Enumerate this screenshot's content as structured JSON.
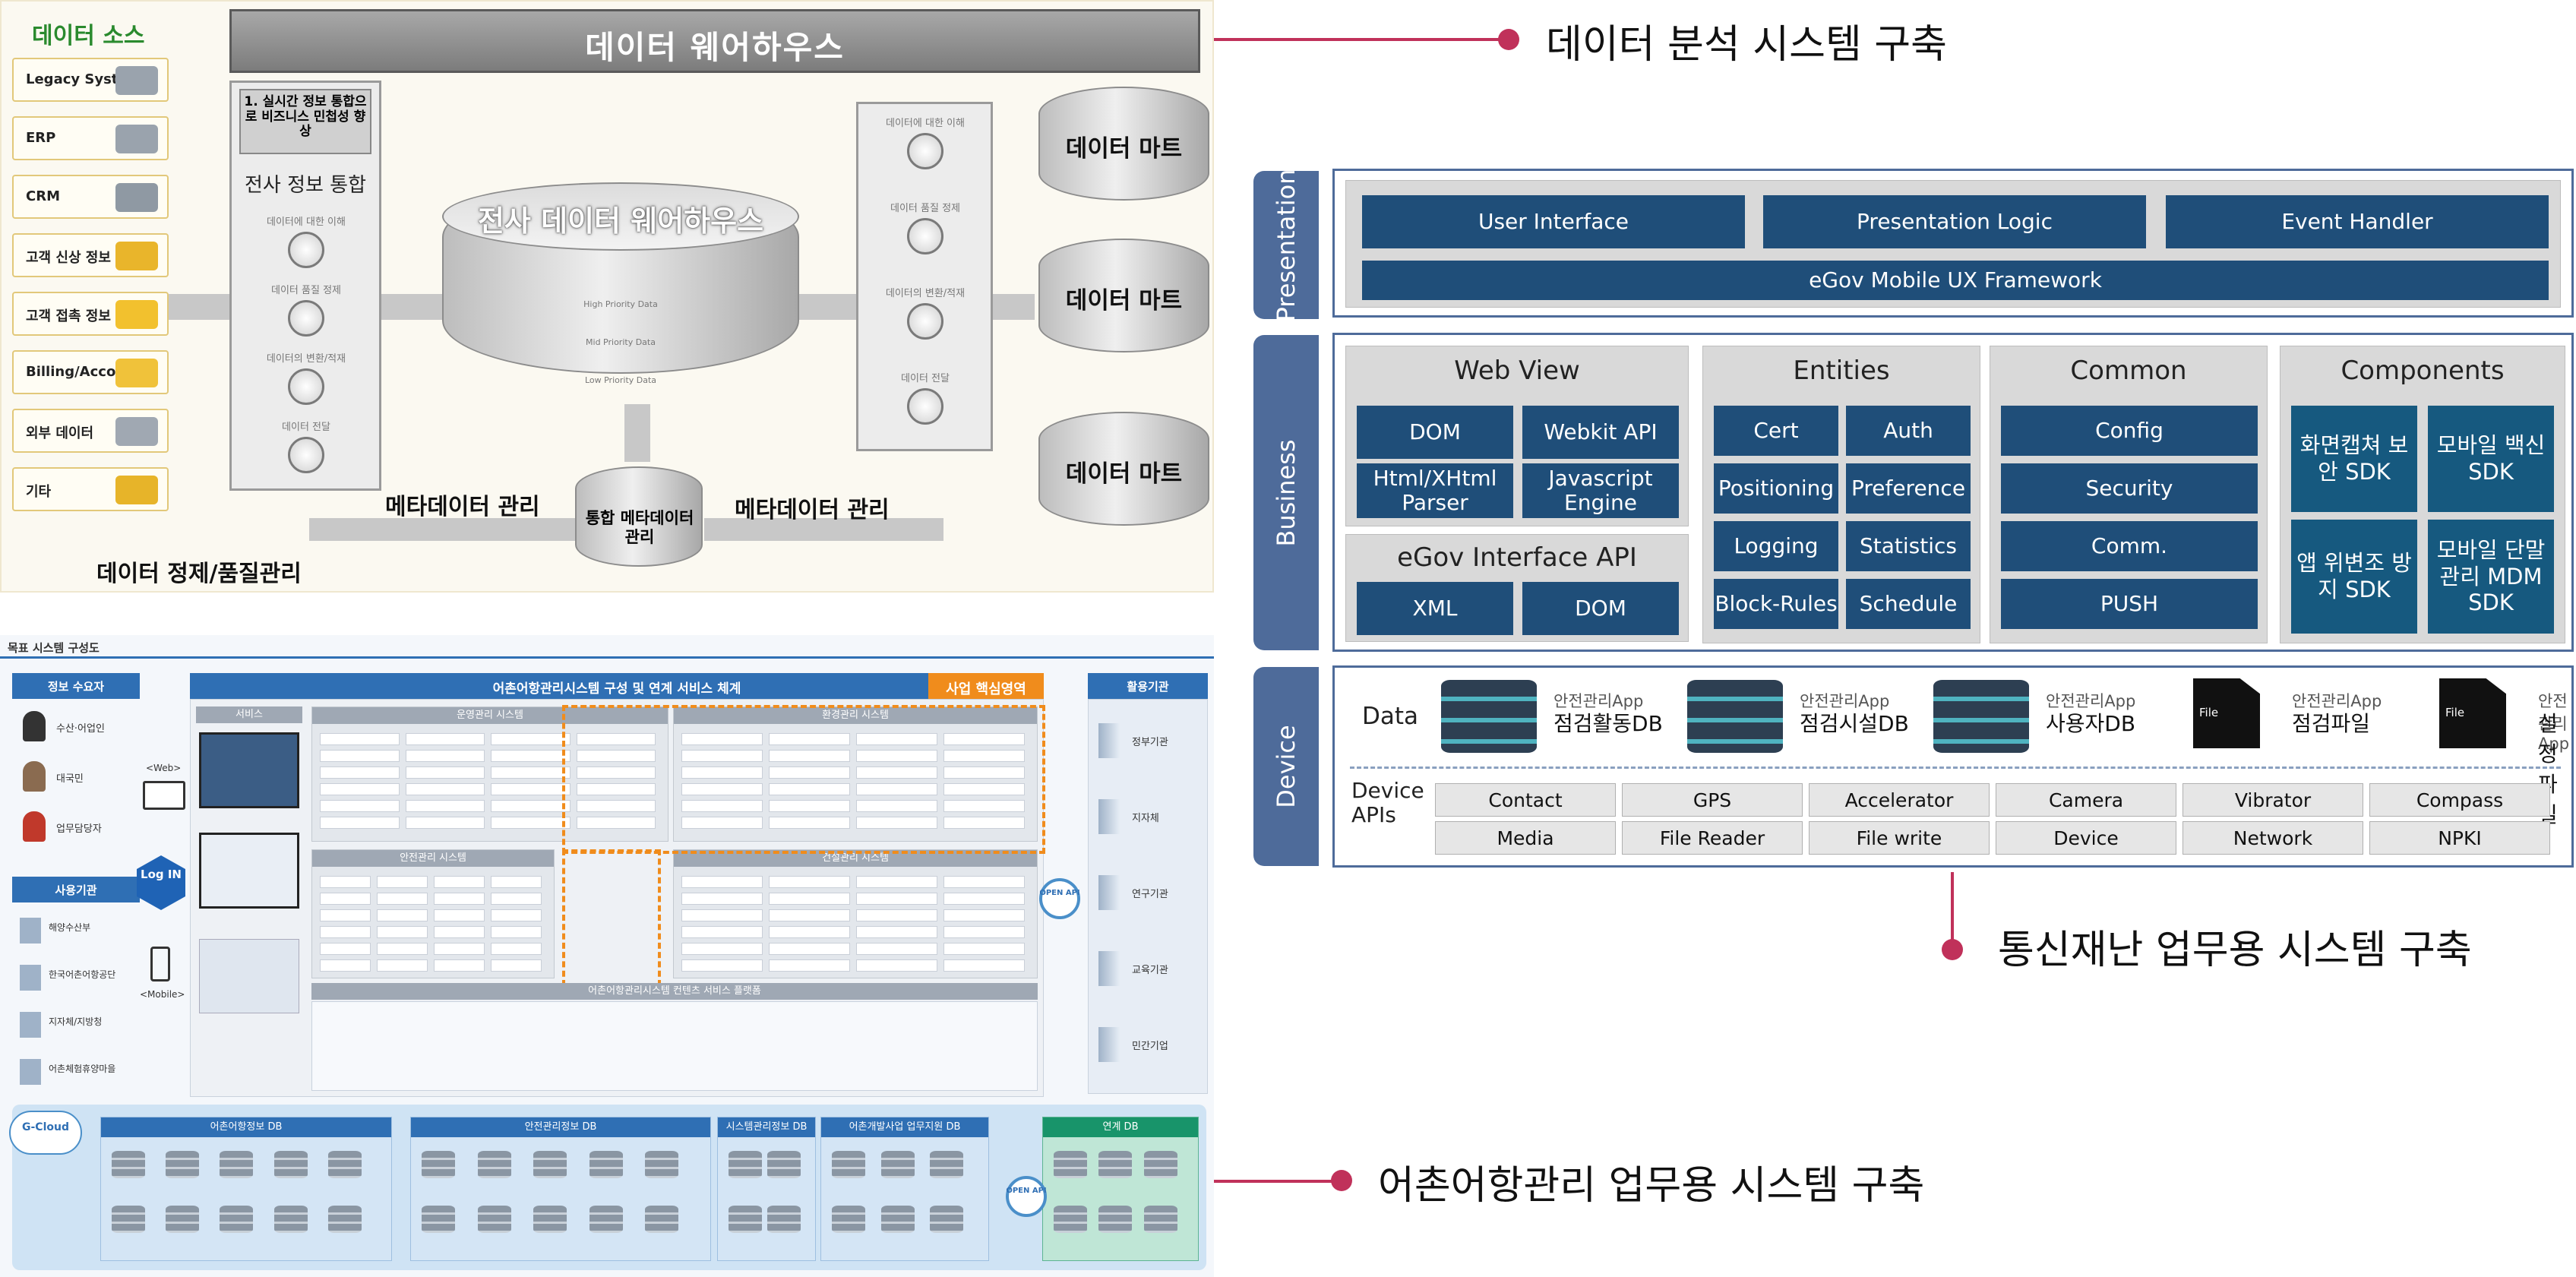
{
  "dw": {
    "sources_title": "데이터 소스",
    "sources": [
      "Legacy System",
      "ERP",
      "CRM",
      "고객 신상 정보",
      "고객 접촉 정보",
      "Billing/Accounts",
      "외부 데이터",
      "기타"
    ],
    "warehouse_banner": "데이터 웨어하우스",
    "left_box": {
      "badge": "1. 실시간 정보 통합으로 비즈니스 민첩성 향상",
      "title": "전사 정보 통합",
      "steps": [
        "데이터에 대한 이해",
        "데이터 품질 정제",
        "데이터의 변환/적재",
        "데이터 전달"
      ]
    },
    "center_cylinder": "전사 데이터 웨어하우스",
    "cyl_levels": [
      "High Priority Data",
      "Mid Priority Data",
      "Low Priority Data"
    ],
    "right_box_steps": [
      "데이터에 대한 이해",
      "데이터 품질 정제",
      "데이터의 변환/적재",
      "데이터 전달"
    ],
    "marts": [
      "데이터 마트",
      "데이터 마트",
      "데이터 마트"
    ],
    "meta_db": "통합 메타데이터 관리",
    "meta_left": "메타데이터 관리",
    "meta_right": "메타데이터 관리",
    "cleanse": "데이터 정제/품질관리"
  },
  "callouts": {
    "top": "데이터 분석 시스템 구축",
    "middle": "통신재난 업무용 시스템 구축",
    "bottom": "어촌어항관리 업무용 시스템 구축"
  },
  "egov": {
    "presentation": {
      "label": "Presentation",
      "cells": [
        "User Interface",
        "Presentation Logic",
        "Event Handler"
      ],
      "framework": "eGov Mobile UX Framework"
    },
    "business": {
      "label": "Business",
      "webview": {
        "title": "Web View",
        "cells": [
          "DOM",
          "Webkit API",
          "Html/XHtml Parser",
          "Javascript Engine"
        ]
      },
      "iface": {
        "title": "eGov Interface API",
        "cells": [
          "XML",
          "DOM"
        ]
      },
      "entities": {
        "title": "Entities",
        "cells": [
          "Cert",
          "Auth",
          "Positioning",
          "Preference",
          "Logging",
          "Statistics",
          "Block-Rules",
          "Schedule"
        ]
      },
      "common": {
        "title": "Common",
        "cells": [
          "Config",
          "Security",
          "Comm.",
          "PUSH"
        ]
      },
      "components": {
        "title": "Components",
        "cells": [
          "화면캡쳐 보안 SDK",
          "모바일 백신 SDK",
          "앱 위변조 방지 SDK",
          "모바일 단말관리 MDM SDK"
        ]
      }
    },
    "device": {
      "label": "Device",
      "data_label": "Data",
      "stores": [
        {
          "sub": "안전관리App",
          "main": "점검활동DB",
          "kind": "db"
        },
        {
          "sub": "안전관리App",
          "main": "점검시설DB",
          "kind": "db"
        },
        {
          "sub": "안전관리App",
          "main": "사용자DB",
          "kind": "db"
        },
        {
          "sub": "안전관리App",
          "main": "점검파일",
          "kind": "file"
        },
        {
          "sub": "안전관리App",
          "main": "설정파일",
          "kind": "file"
        }
      ],
      "file_tag": "File",
      "apis_label": "Device APIs",
      "apis": [
        "Contact",
        "GPS",
        "Accelerator",
        "Camera",
        "Vibrator",
        "Compass",
        "Media",
        "File Reader",
        "File write",
        "Device",
        "Network",
        "NPKI"
      ]
    }
  },
  "fish": {
    "top_caption": "목표 시스템 구성도",
    "title": "어촌어항관리시스템 구성 및 연계 서비스 체계",
    "core_badge": "사업 핵심영역",
    "users_hdr": "정보 수요자",
    "users": [
      "수산·어업인",
      "대국민",
      "업무담당자"
    ],
    "orgs_hdr": "사용기관",
    "orgs": [
      "해양수산부",
      "한국어촌어항공단",
      "지자체/지방청",
      "어촌체험휴양마을"
    ],
    "web": "<Web>",
    "mobile": "<Mobile>",
    "login": "Log IN",
    "service_hdr": "서비스",
    "modules": [
      "운영관리 시스템",
      "환경관리 시스템",
      "안전관리 시스템",
      "건설관리 시스템"
    ],
    "bottom_hdr": "어촌어항관리시스템 컨텐츠 서비스 플랫폼",
    "open_api": "OPEN API",
    "use_hdr": "활용기관",
    "use_orgs": [
      "정부기관",
      "지자체",
      "연구기관",
      "교육기관",
      "민간기업"
    ],
    "db_groups": [
      "어촌어항정보 DB",
      "안전관리정보 DB",
      "시스템관리정보 DB",
      "어촌개발사업 업무지원 DB",
      "연계 DB"
    ],
    "gcloud": "G-Cloud"
  }
}
